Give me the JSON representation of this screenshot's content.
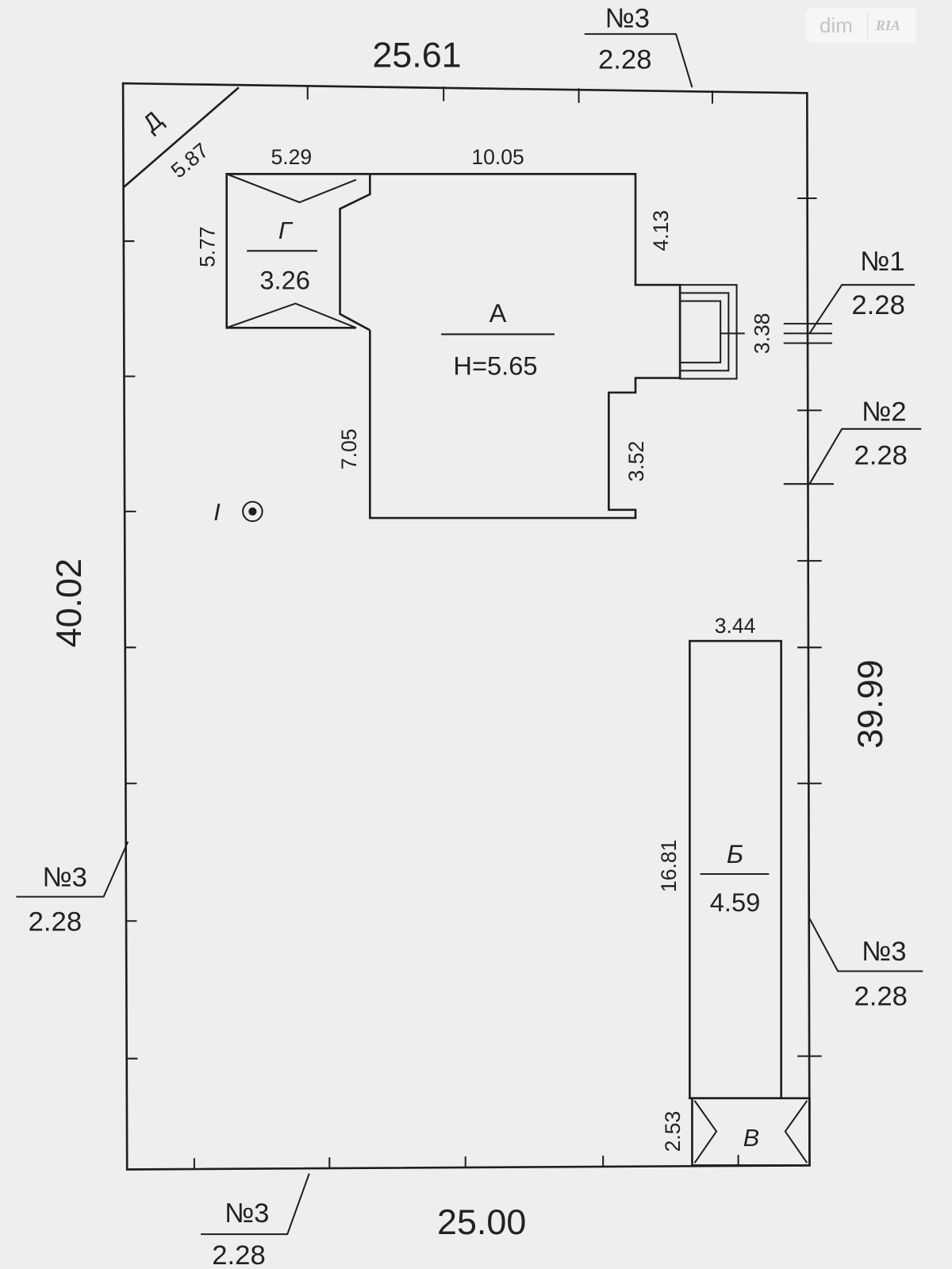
{
  "watermark": {
    "brand": "dim",
    "brand2": "RIA"
  },
  "plot": {
    "top_length": "25.61",
    "bottom_length": "25.00",
    "left_length": "40.02",
    "right_length": "39.99"
  },
  "neighbors": {
    "top": {
      "label": "№3",
      "value": "2.28"
    },
    "n1": {
      "label": "№1",
      "value": "2.28"
    },
    "n2": {
      "label": "№2",
      "value": "2.28"
    },
    "left": {
      "label": "№3",
      "value": "2.28"
    },
    "right": {
      "label": "№3",
      "value": "2.28"
    },
    "bottom": {
      "label": "№3",
      "value": "2.28"
    }
  },
  "buildings": {
    "A": {
      "letter": "А",
      "height": "Н=5.65",
      "dims": [
        "10.05",
        "4.13",
        "3.38",
        "3.52",
        "7.05"
      ]
    },
    "G": {
      "letter": "Г",
      "height": "3.26",
      "dims": [
        "5.29",
        "5.77"
      ]
    },
    "B": {
      "letter": "Б",
      "height": "4.59",
      "dims": [
        "3.44",
        "16.81"
      ]
    },
    "V": {
      "letter": "В",
      "dims": [
        "2.53"
      ]
    },
    "D": {
      "letter": "Д",
      "dims": [
        "5.87"
      ]
    }
  },
  "well": {
    "label": "I"
  }
}
